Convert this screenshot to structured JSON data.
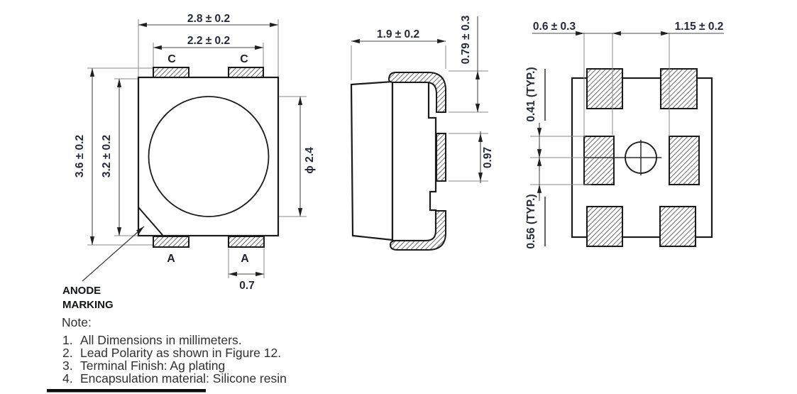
{
  "style": {
    "ink": "#1a1a1a",
    "dim_text_color": "#242a3a",
    "dim_line_color": "#4a4a4a",
    "ext_line_color": "#8a8a8a",
    "background": "#ffffff"
  },
  "top_view": {
    "dim_outer_width": "2.8 ± 0.2",
    "dim_pad_span": "2.2 ± 0.2",
    "dim_outer_height": "3.6 ± 0.2",
    "dim_body_height": "3.2 ± 0.2",
    "dim_lens_diameter": "ϕ 2.4",
    "dim_pad_width": "0.7",
    "cathode_left": "C",
    "cathode_right": "C",
    "anode_left": "A",
    "anode_right": "A",
    "anode_marking_line1": "ANODE",
    "anode_marking_line2": "MARKING"
  },
  "side_view": {
    "dim_depth": "1.9 ± 0.2",
    "dim_lead_height": "0.79 ± 0.3",
    "dim_pad_height": "0.97"
  },
  "bottom_view": {
    "dim_pad_width": "0.6 ± 0.3",
    "dim_pad_gap": "1.15 ± 0.2",
    "dim_offset_upper": "0.41 (TYP.)",
    "dim_offset_lower": "0.56 (TYP.)"
  },
  "notes": {
    "heading": "Note:",
    "items": [
      {
        "num": "1.",
        "text": "All Dimensions in millimeters."
      },
      {
        "num": "2.",
        "text": "Lead Polarity as shown in Figure 12."
      },
      {
        "num": "3.",
        "text": "Terminal Finish: Ag plating"
      },
      {
        "num": "4.",
        "text": "Encapsulation material: Silicone resin"
      }
    ]
  }
}
